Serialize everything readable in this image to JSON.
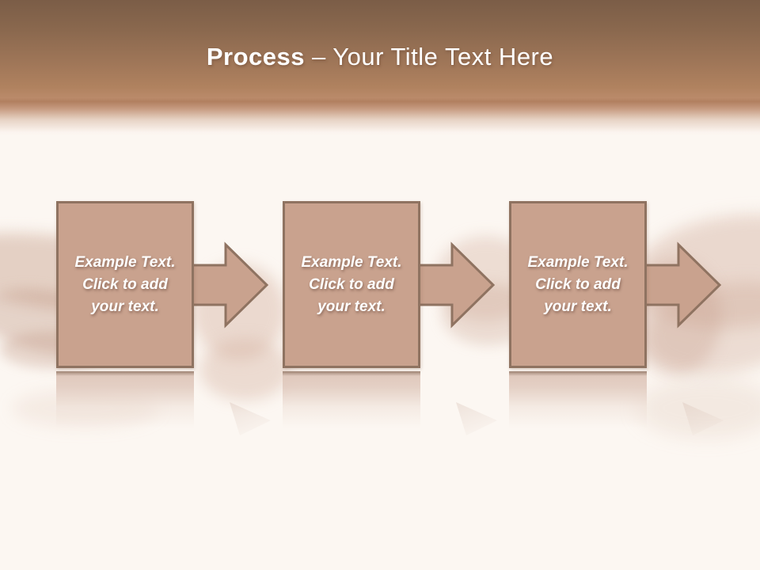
{
  "title": {
    "emphasis": "Process",
    "rest": "– Your Title Text Here"
  },
  "process": {
    "steps": [
      {
        "label": "Example Text. Click to add your text."
      },
      {
        "label": "Example Text. Click to add your text."
      },
      {
        "label": "Example Text. Click to add your text."
      }
    ],
    "connector_icon": "arrow-right"
  },
  "background": {
    "photo_description": "faded hands pulling rope"
  },
  "colors": {
    "header_gradient_top": "#7b5d47",
    "header_gradient_bottom": "#bb8a6d",
    "body_background": "#fcf7f2",
    "shape_fill": "#c9a28e",
    "shape_border": "#8f7361",
    "title_text": "#ffffff",
    "box_text": "#ffffff"
  }
}
